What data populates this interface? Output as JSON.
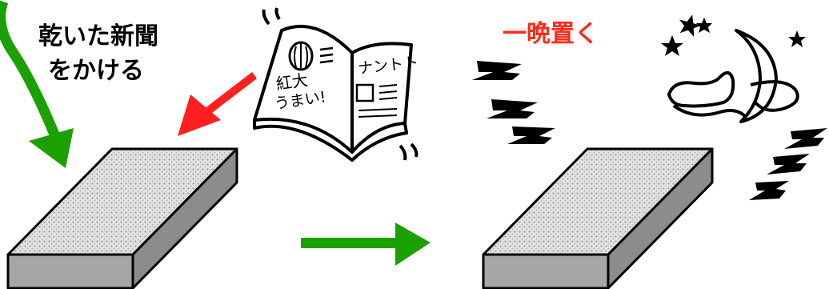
{
  "step1": {
    "instruction_line1": "乾いた新聞",
    "instruction_line2": "をかける"
  },
  "newspaper": {
    "headline_1": "紅大",
    "headline_2": "うまい!",
    "side_text": "ナントト"
  },
  "step2": {
    "instruction": "一晩置く"
  },
  "colors": {
    "green_arrow": "#1aa100",
    "red_arrow": "#ff1f1f",
    "label_red": "#ff2a1a",
    "block_top": "#d9d9d9",
    "block_side": "#9a9a9a"
  },
  "icons": [
    "curved-green-arrow",
    "red-arrow",
    "newspaper-icon",
    "right-arrow",
    "sleep-z-icon",
    "moon-icon",
    "star-icon",
    "sponge-block"
  ]
}
